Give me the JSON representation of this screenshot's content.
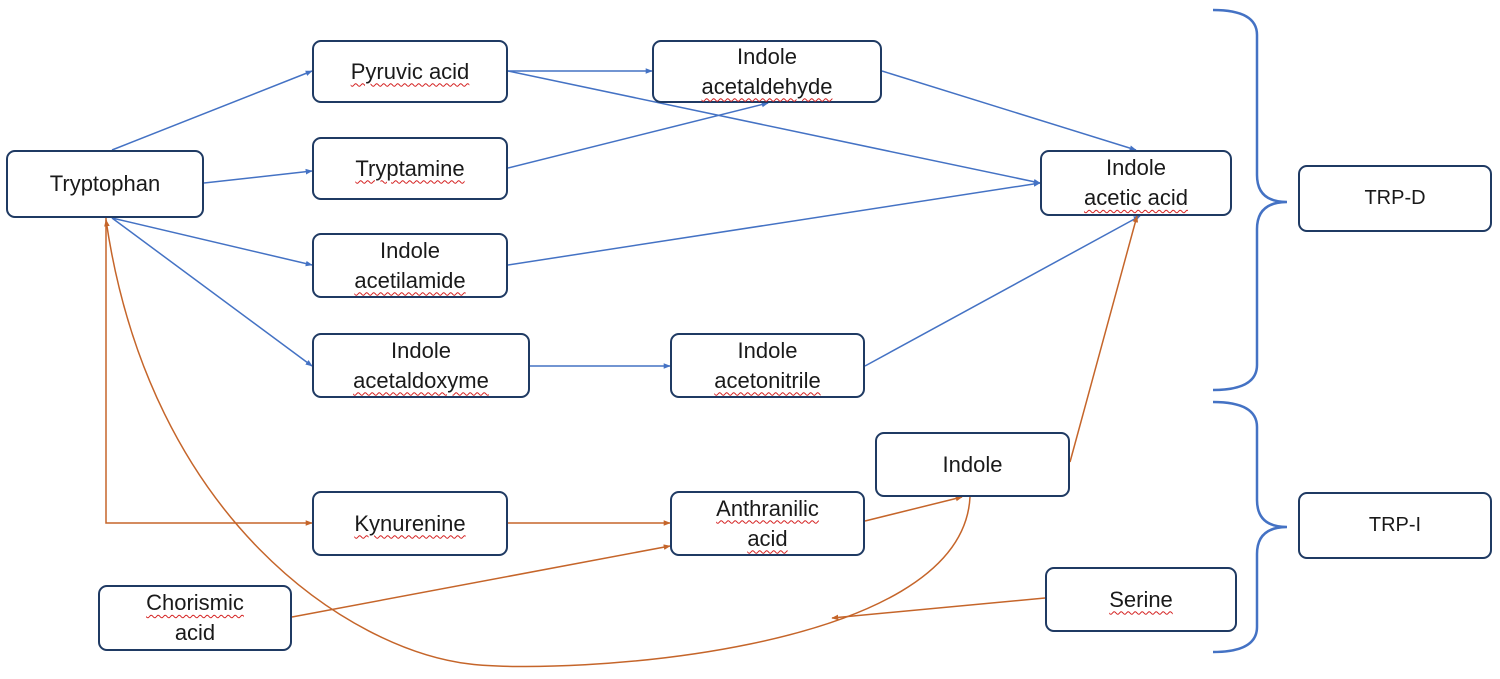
{
  "nodes": {
    "tryptophan": "Tryptophan",
    "pyruvic_acid": "Pyruvic acid",
    "tryptamine": "Tryptamine",
    "indole_acetilamide": [
      "Indole",
      "acetilamide"
    ],
    "indole_acetaldoxyme": [
      "Indole",
      "acetaldoxyme"
    ],
    "indole_acetaldehyde": [
      "Indole",
      "acetaldehyde"
    ],
    "indole_acetonitrile": [
      "Indole",
      "acetonitrile"
    ],
    "indole_acetic_acid": [
      "Indole",
      "acetic acid"
    ],
    "kynurenine": "Kynurenine",
    "anthranilic_acid": [
      "Anthranilic",
      "acid"
    ],
    "indole": "Indole",
    "chorismic_acid": [
      "Chorismic",
      "acid"
    ],
    "serine": "Serine"
  },
  "groups": {
    "trp_d": "TRP-D",
    "trp_i": "TRP-I"
  },
  "colors": {
    "trp_d_arrow": "#4472c4",
    "trp_i_arrow": "#c5652a",
    "box_border": "#1f3a63",
    "spellcheck_underline": "#d42020"
  }
}
